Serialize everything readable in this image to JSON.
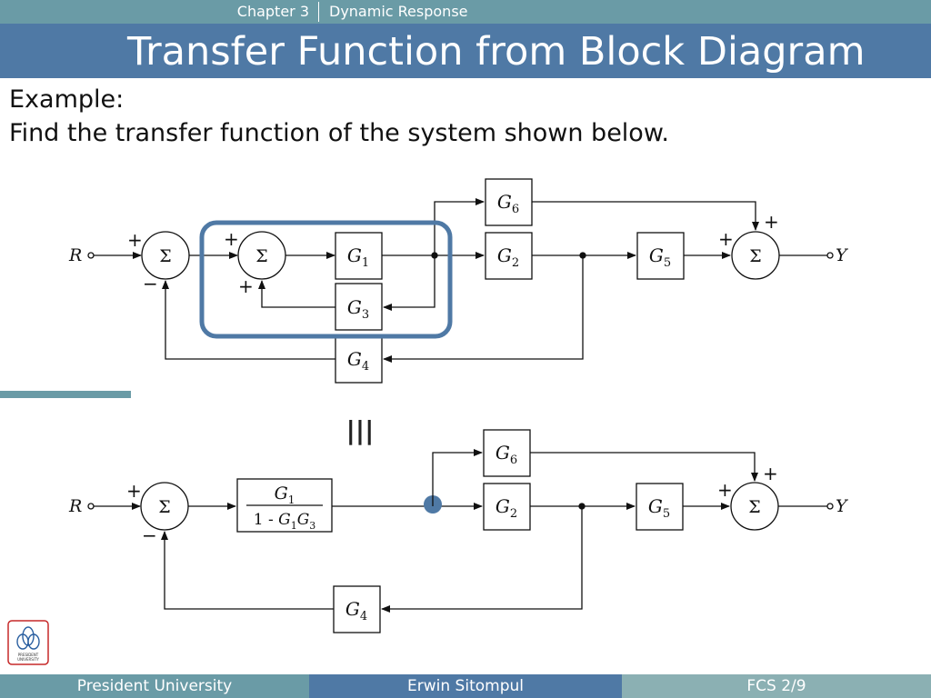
{
  "header": {
    "chapter": "Chapter 3",
    "topic": "Dynamic Response",
    "title": "Transfer Function from Block Diagram"
  },
  "content": {
    "line1": "Example:",
    "line2": "Find the transfer function of the system shown below."
  },
  "diagram_top": {
    "input": "R",
    "output": "Y",
    "sum": "Σ",
    "blocks": [
      "G1",
      "G2",
      "G3",
      "G4",
      "G5",
      "G6"
    ]
  },
  "equivalence_symbol": "|||",
  "diagram_bottom": {
    "input": "R",
    "output": "Y",
    "sum": "Σ",
    "combined_numerator": "G1",
    "combined_denominator": "1 - G1G3",
    "blocks": [
      "G2",
      "G4",
      "G5",
      "G6"
    ]
  },
  "footer": {
    "left": "President University",
    "center": "Erwin Sitompul",
    "right": "FCS 2/9"
  },
  "colors": {
    "top_strip": "#6a9ba6",
    "title_bar": "#4f79a5",
    "highlight": "#4f79a5",
    "footer_left": "#6a9ba6",
    "footer_center": "#4f79a5",
    "footer_right": "#8bb0b3"
  },
  "logo": {
    "icon": "university-logo-icon",
    "text": "PRESIDENT UNIVERSITY"
  }
}
